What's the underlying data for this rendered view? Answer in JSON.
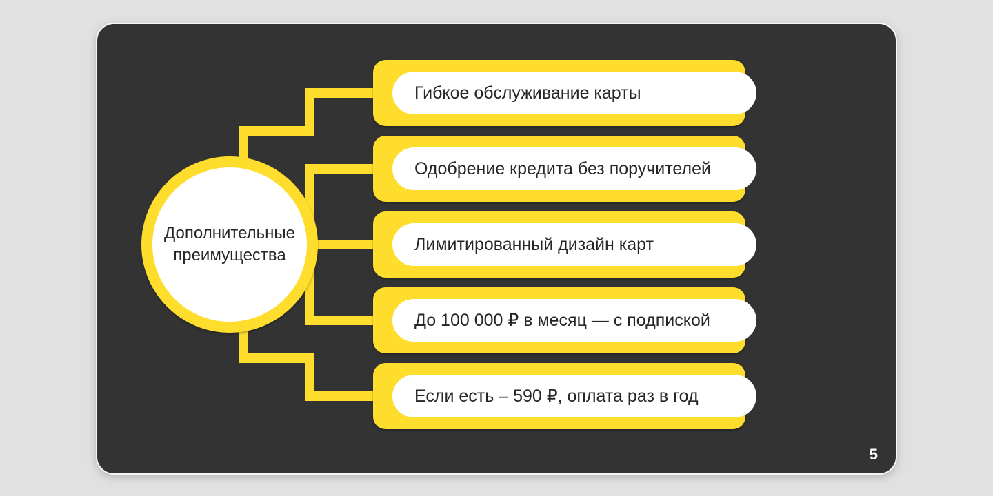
{
  "slide": {
    "page_number": "5",
    "background_color": "#333333",
    "canvas_color": "#e1e1e1"
  },
  "colors": {
    "accent_yellow": "#ffdd2d",
    "node_fill": "#ffffff",
    "text_dark": "#262626",
    "page_number_color": "#ffffff"
  },
  "diagram": {
    "type": "mindmap",
    "center_label": "Дополнительные преимущества",
    "branches": [
      {
        "label": "Гибкое обслуживание карты"
      },
      {
        "label": "Одобрение кредита без поручителей"
      },
      {
        "label": "Лимитированный дизайн карт"
      },
      {
        "label": "До 100 000 ₽ в месяц — с подпиской"
      },
      {
        "label": "Если есть – 590 ₽, оплата раз в год"
      }
    ]
  }
}
